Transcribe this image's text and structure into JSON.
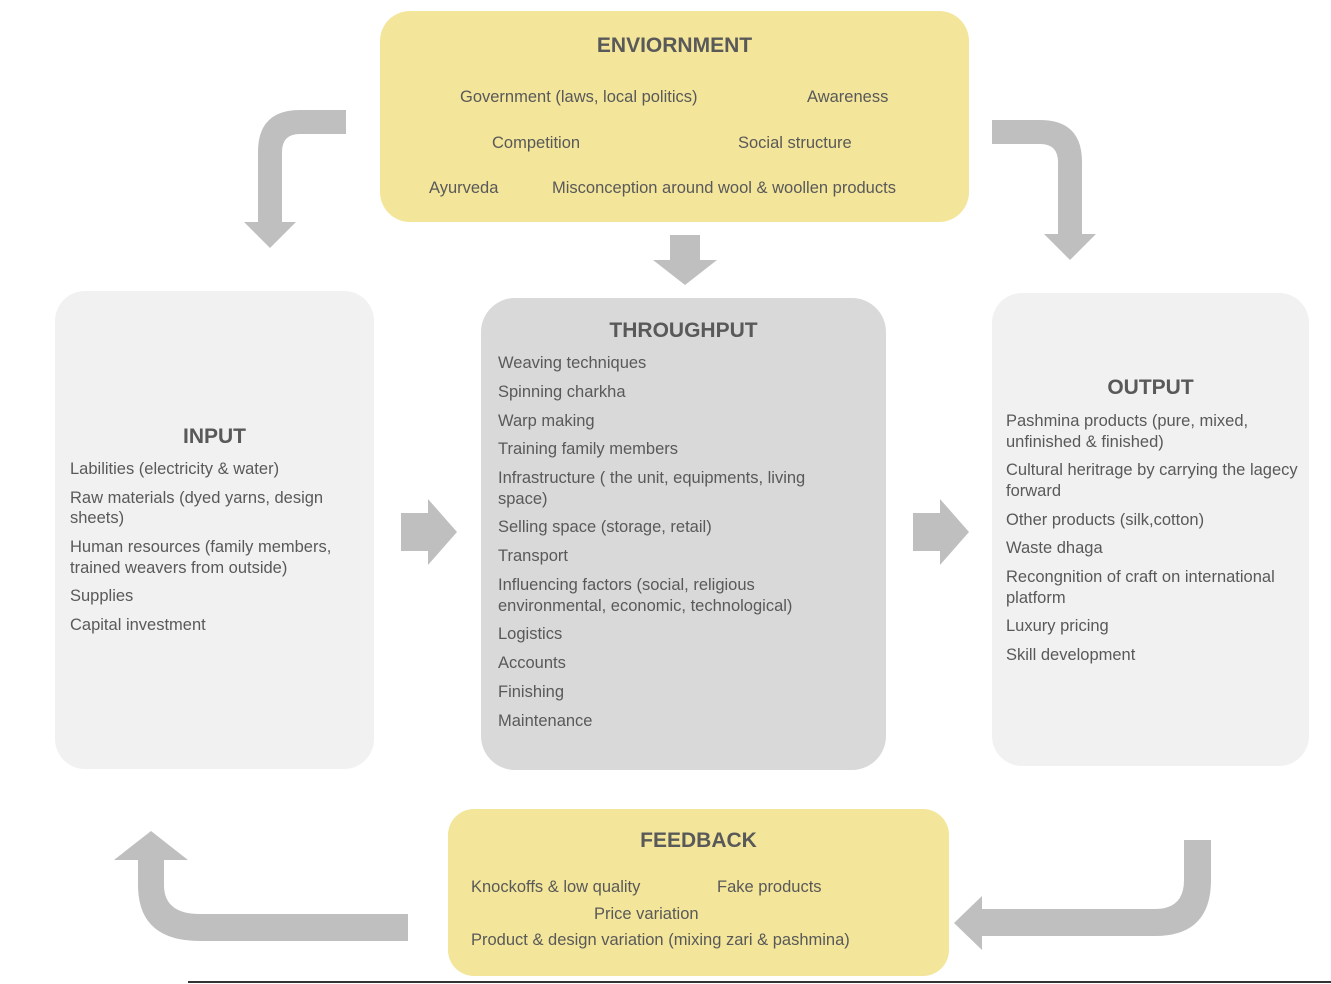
{
  "environment": {
    "title": "ENVIORNMENT",
    "items": {
      "government": "Government (laws, local politics)",
      "awareness": "Awareness",
      "competition": "Competition",
      "social_structure": "Social structure",
      "ayurveda": "Ayurveda",
      "misconception": "Misconception around wool & woollen products"
    }
  },
  "input": {
    "title": "INPUT",
    "items": [
      "Labilities (electricity & water)",
      "Raw materials (dyed yarns, design sheets)",
      "Human resources (family members, trained weavers from outside)",
      "Supplies",
      "Capital investment"
    ]
  },
  "throughput": {
    "title": "THROUGHPUT",
    "items": [
      "Weaving techniques",
      "Spinning charkha",
      "Warp making",
      "Training family members",
      "Infrastructure ( the unit, equipments, living space)",
      "Selling space (storage, retail)",
      "Transport",
      "Influencing factors (social, religious environmental, economic, technological)",
      "Logistics",
      "Accounts",
      "Finishing",
      "Maintenance"
    ]
  },
  "output": {
    "title": "OUTPUT",
    "items": [
      "Pashmina products (pure, mixed, unfinished & finished)",
      "Cultural heritrage by carrying the lagecy forward",
      "Other products (silk,cotton)",
      "Waste dhaga",
      "Recongnition of craft on international platform",
      "Luxury pricing",
      "Skill development"
    ]
  },
  "feedback": {
    "title": "FEEDBACK",
    "items": {
      "knockoffs": "Knockoffs & low quality",
      "fake": "Fake products",
      "price": "Price variation",
      "product_design": "Product & design variation (mixing zari & pashmina)"
    }
  },
  "colors": {
    "yellow_box": "#f3e59a",
    "light_box": "#f1f1f1",
    "center_box": "#d9d9d9",
    "arrow": "#bfbfbf",
    "text": "#595959"
  }
}
